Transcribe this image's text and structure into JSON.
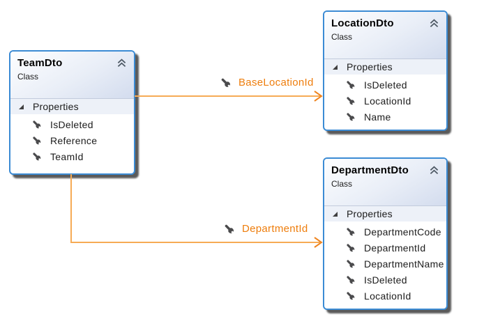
{
  "diagram": {
    "background": "#ffffff"
  },
  "colors": {
    "box_border": "#3b8bd4",
    "header_grad_start": "#fdfeff",
    "header_grad_mid": "#e9eef7",
    "header_grad_end": "#d3dcee",
    "section_row_bg": "#edf1f8",
    "items_bg": "#ffffff",
    "text": "#1c1c1c",
    "title_text": "#000000",
    "icon_dark": "#4a4a4c",
    "chevron": "#4f5a66",
    "expander": "#3f3f3f",
    "connector_line": "#f6ab55",
    "connector_arrow": "#ef8520",
    "connector_label_text": "#ee7d0c",
    "shadow": "rgba(35,35,35,0.75)"
  },
  "classes": [
    {
      "title": "TeamDto",
      "stereotype": "Class",
      "section_label": "Properties",
      "properties": [
        "IsDeleted",
        "Reference",
        "TeamId"
      ]
    },
    {
      "title": "LocationDto",
      "stereotype": "Class",
      "section_label": "Properties",
      "properties": [
        "IsDeleted",
        "LocationId",
        "Name"
      ]
    },
    {
      "title": "DepartmentDto",
      "stereotype": "Class",
      "section_label": "Properties",
      "properties": [
        "DepartmentCode",
        "DepartmentId",
        "DepartmentName",
        "IsDeleted",
        "LocationId"
      ]
    }
  ],
  "connectors": [
    {
      "label": "BaseLocationId",
      "from": "TeamDto",
      "to": "LocationDto"
    },
    {
      "label": "DepartmentId",
      "from": "TeamDto",
      "to": "DepartmentDto"
    }
  ]
}
